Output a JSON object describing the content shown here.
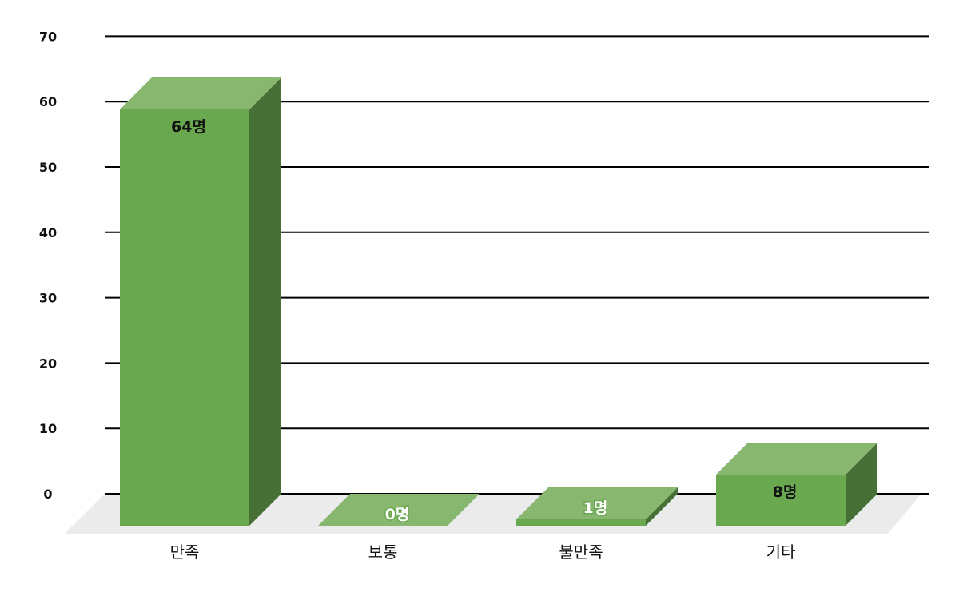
{
  "chart_data": {
    "type": "bar",
    "style": "3d",
    "categories": [
      "만족",
      "보통",
      "불만족",
      "기타"
    ],
    "values": [
      64,
      0,
      1,
      8
    ],
    "data_labels": [
      "64명",
      "0명",
      "1명",
      "8명"
    ],
    "ylim": [
      0,
      70
    ],
    "yticks": [
      0,
      10,
      20,
      30,
      40,
      50,
      60,
      70
    ],
    "grid": true,
    "legend": "none",
    "colors": {
      "front": "#6aa84f",
      "top": "#88b870",
      "side": "#467035",
      "floor": "#ebebeb",
      "gridline": "#000000"
    }
  }
}
